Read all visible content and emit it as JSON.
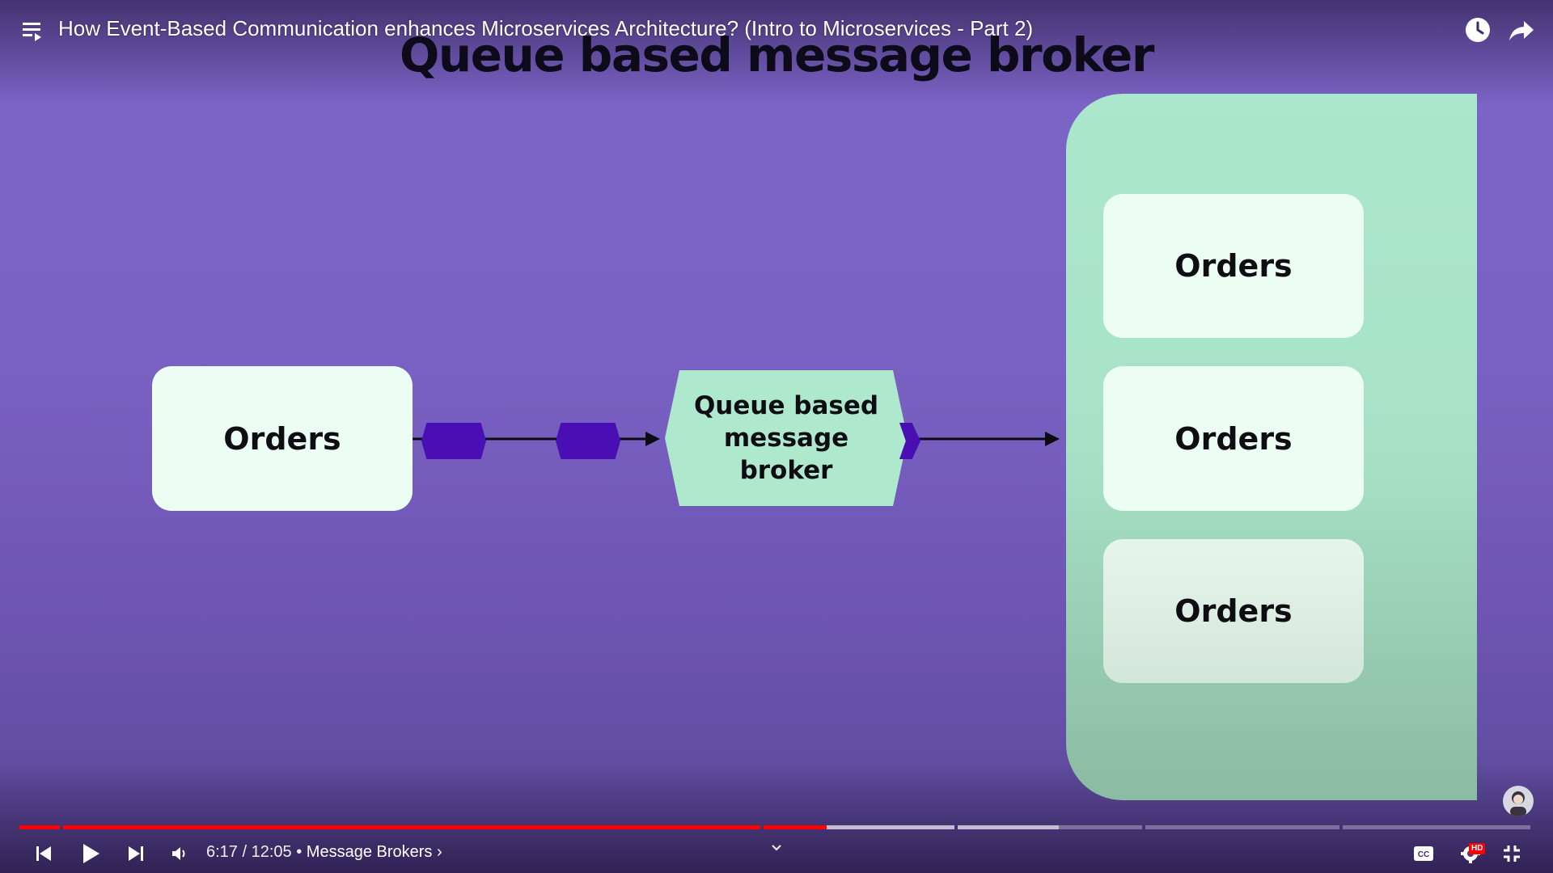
{
  "header": {
    "title": "How Event-Based Communication enhances Microservices Architecture? (Intro to Microservices - Part 2)",
    "icons": [
      "playlist-icon",
      "watch-later-icon",
      "share-icon"
    ]
  },
  "slide": {
    "heading": "Queue based message broker",
    "producer": {
      "label": "Orders"
    },
    "broker": {
      "label": "Queue based message broker"
    },
    "consumers": [
      {
        "label": "Orders"
      },
      {
        "label": "Orders"
      },
      {
        "label": "Orders"
      }
    ],
    "colors": {
      "background": "#7d64c8",
      "service_box": "#ecfdf3",
      "consumer_panel": "#abe7cc",
      "message_token": "#4a0fb4",
      "heading_text": "#0d0a1a"
    }
  },
  "player": {
    "current_time": "6:17",
    "duration": "12:05",
    "time_separator": " / ",
    "chapter_separator": " • ",
    "chapter_name": "Message Brokers",
    "chapter_chevron": "›",
    "progress_fraction": 0.52,
    "hd_badge": "HD",
    "controls": [
      "previous-icon",
      "play-icon",
      "next-icon",
      "volume-icon",
      "chapter-expand-icon",
      "captions-icon",
      "settings-icon",
      "fullscreen-exit-icon"
    ],
    "colors": {
      "played": "#ff0000",
      "buffered": "#ffffff"
    }
  }
}
